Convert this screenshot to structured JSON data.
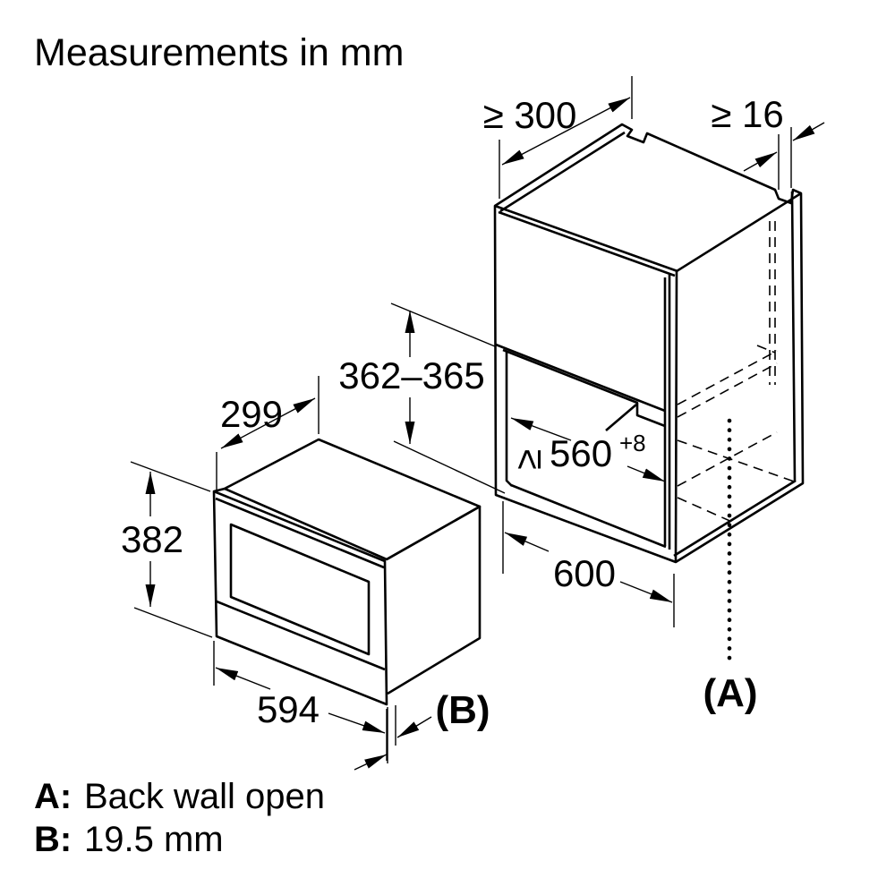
{
  "title": "Measurements in mm",
  "cabinet": {
    "top_depth_clearance": "≥ 300",
    "rear_edge_gap": "≥ 16",
    "niche_height": "362–365",
    "niche_width_symbol": "≥",
    "niche_width": "560",
    "niche_width_tolerance": "+8",
    "cabinet_width": "600",
    "back_wall_ref": "(A)"
  },
  "appliance": {
    "depth": "299",
    "height": "382",
    "width": "594",
    "front_frame_ref": "(B)"
  },
  "legend": {
    "a_key": "A:",
    "a_text": "Back wall open",
    "b_key": "B:",
    "b_text": "19.5 mm"
  },
  "colors": {
    "line": "#000000",
    "background": "#ffffff"
  }
}
